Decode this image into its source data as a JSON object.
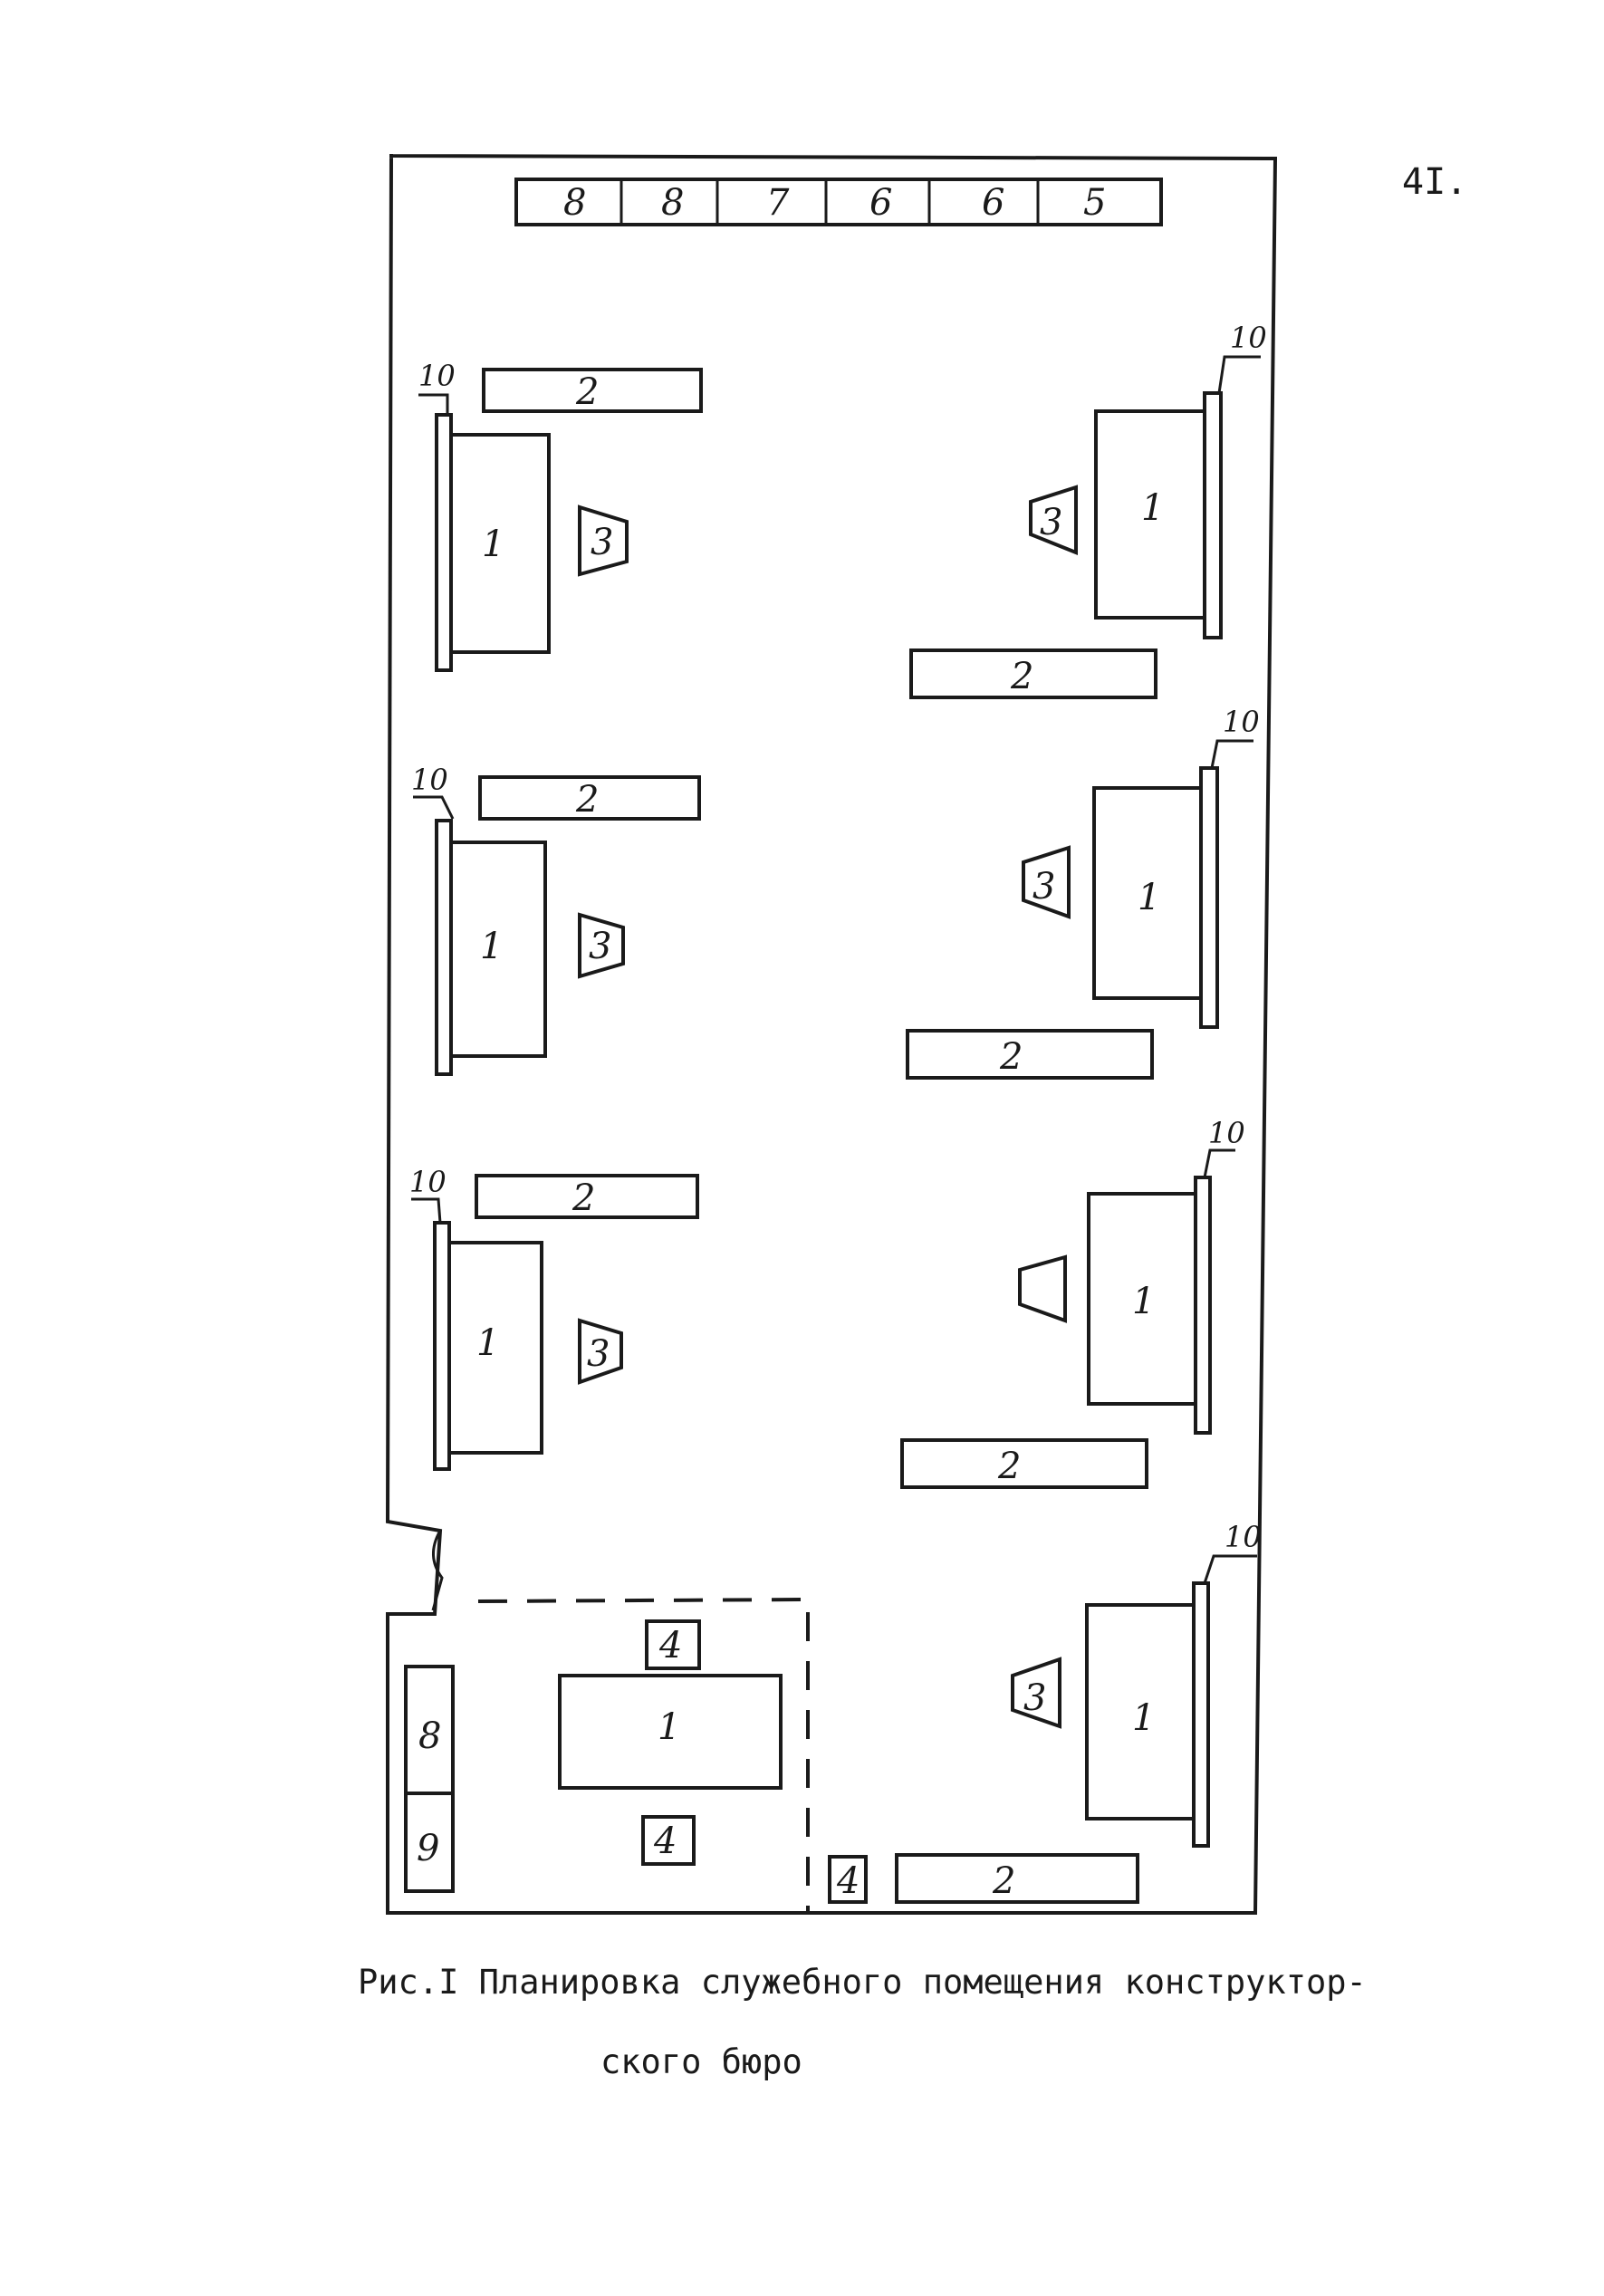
{
  "page_number": "4I.",
  "plan": {
    "cabinet_labels": [
      "8",
      "8",
      "7",
      "6",
      "6",
      "5"
    ],
    "desk_label": "1",
    "table_label": "2",
    "chair_label": "3",
    "stool_label": "4",
    "cabinet_8_label": "8",
    "cabinet_9_label": "9",
    "window_label": "10"
  },
  "caption": {
    "line1": "Рис.I Планировка служебного помещения конструктор-",
    "line2": "ского бюро"
  }
}
